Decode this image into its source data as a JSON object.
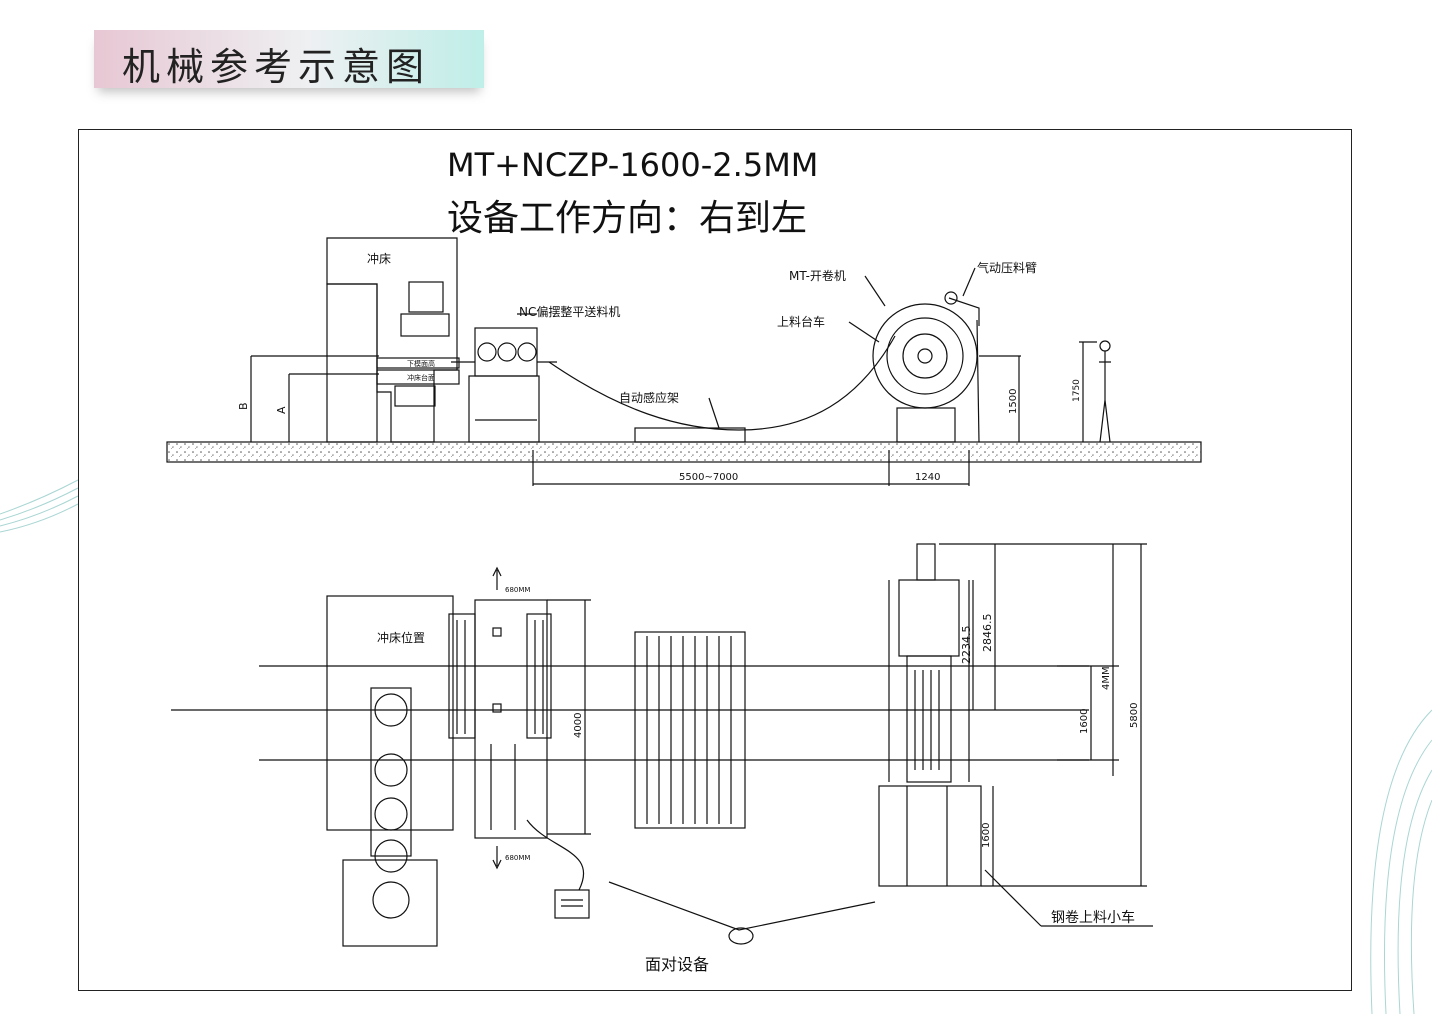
{
  "page": {
    "title": "机械参考示意图"
  },
  "drawing": {
    "model": "MT+NCZP-1600-2.5MM",
    "direction": "设备工作方向：右到左"
  },
  "side_view": {
    "labels": {
      "press": "冲床",
      "lower_mold": "下模面高",
      "press_table": "冲床台面",
      "feeder": "NC偏摆整平送料机",
      "sensor_frame": "自动感应架",
      "uncoiler": "MT-开卷机",
      "loading_cart": "上料台车",
      "press_arm": "气动压料臂"
    },
    "dimensions": {
      "dim_a": "A",
      "dim_b": "B",
      "height_1500": "1500",
      "height_1750": "1750",
      "span_distance": "5500~7000",
      "span_uncoiler": "1240"
    }
  },
  "top_view": {
    "labels": {
      "press_position": "冲床位置",
      "coil_cart": "钢卷上料小车",
      "face_equipment": "面对设备",
      "arrow_top": "680MM",
      "arrow_bottom": "680MM"
    },
    "dimensions": {
      "d_4000": "4000",
      "d_2234": "2234.5",
      "d_2846": "2846.5",
      "d_1600a": "1600",
      "d_4mm": "4MM",
      "d_5800": "5800",
      "d_1600b": "1600"
    }
  }
}
